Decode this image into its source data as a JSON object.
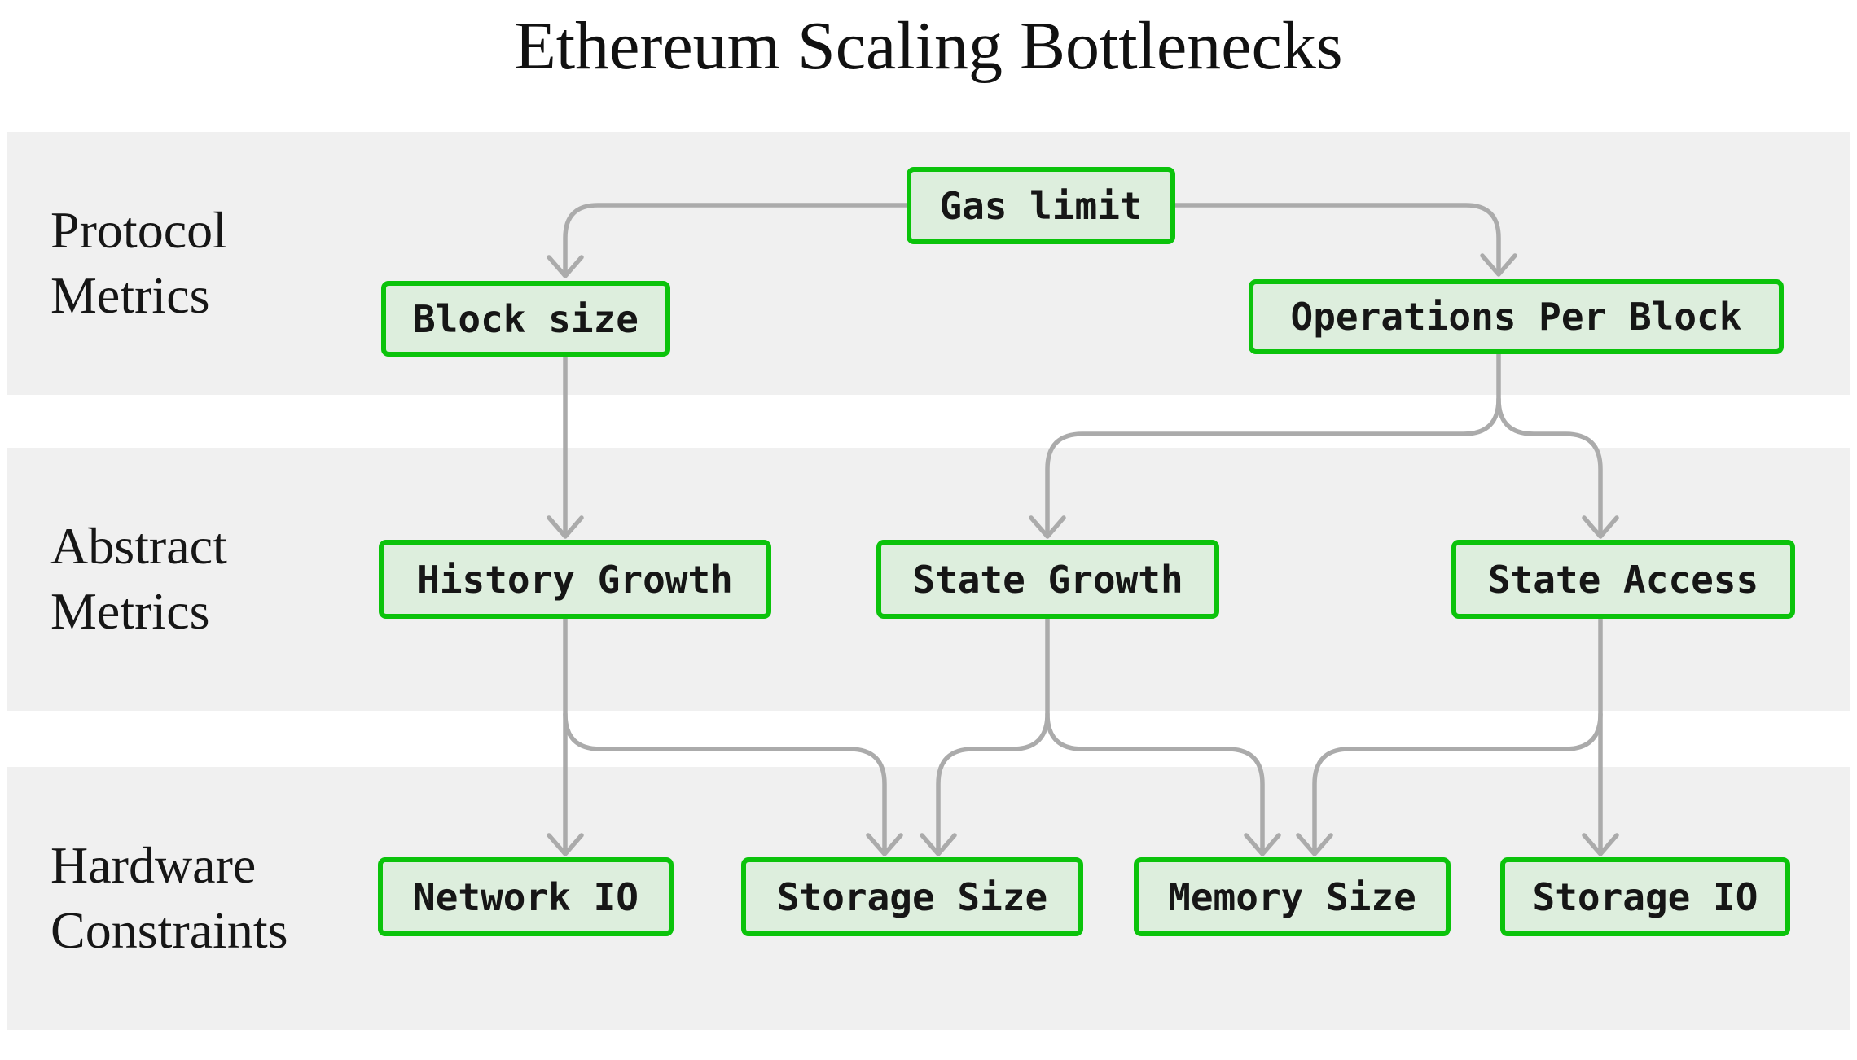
{
  "title": "Ethereum Scaling Bottlenecks",
  "bands": {
    "protocol": {
      "line1": "Protocol",
      "line2": "Metrics"
    },
    "abstract": {
      "line1": "Abstract",
      "line2": "Metrics"
    },
    "hardware": {
      "line1": "Hardware",
      "line2": "Constraints"
    }
  },
  "nodes": {
    "gas_limit": {
      "label": "Gas limit"
    },
    "block_size": {
      "label": "Block size"
    },
    "operations_per_block": {
      "label": "Operations Per Block"
    },
    "history_growth": {
      "label": "History Growth"
    },
    "state_growth": {
      "label": "State Growth"
    },
    "state_access": {
      "label": "State Access"
    },
    "network_io": {
      "label": "Network IO"
    },
    "storage_size": {
      "label": "Storage Size"
    },
    "memory_size": {
      "label": "Memory Size"
    },
    "storage_io": {
      "label": "Storage IO"
    }
  },
  "edges": [
    {
      "from": "gas_limit",
      "to": "block_size"
    },
    {
      "from": "gas_limit",
      "to": "operations_per_block"
    },
    {
      "from": "block_size",
      "to": "history_growth"
    },
    {
      "from": "operations_per_block",
      "to": "state_growth"
    },
    {
      "from": "operations_per_block",
      "to": "state_access"
    },
    {
      "from": "history_growth",
      "to": "network_io"
    },
    {
      "from": "history_growth",
      "to": "storage_size"
    },
    {
      "from": "state_growth",
      "to": "storage_size"
    },
    {
      "from": "state_growth",
      "to": "memory_size"
    },
    {
      "from": "state_access",
      "to": "memory_size"
    },
    {
      "from": "state_access",
      "to": "storage_io"
    }
  ],
  "colors": {
    "node_fill": "#ddeedd",
    "node_border": "#0bc30b",
    "connector": "#ababab",
    "band_background": "#f0f0f0",
    "text": "#161616",
    "page_background": "#ffffff"
  }
}
